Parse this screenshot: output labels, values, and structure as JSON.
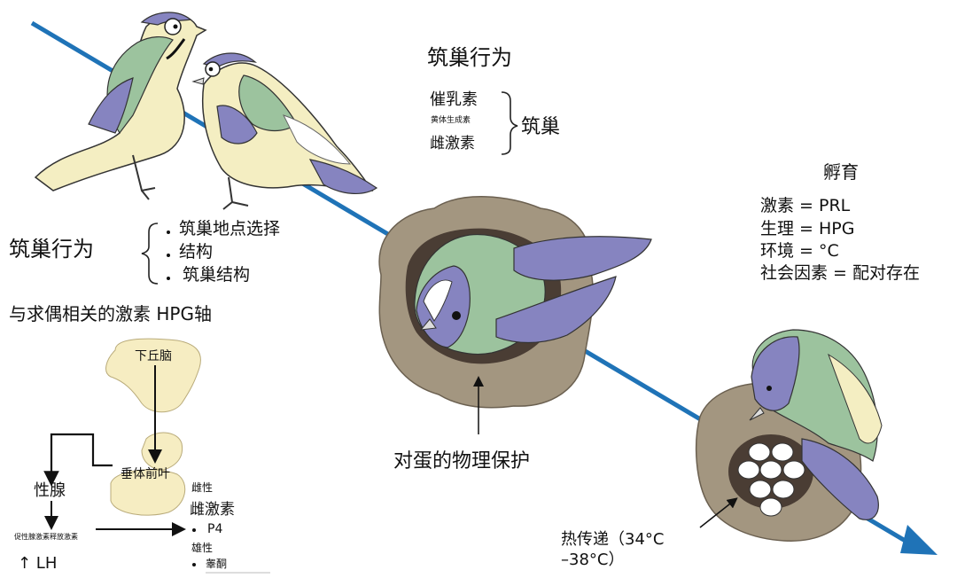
{
  "top_section": {
    "title": "筑巢行为",
    "hormone_prl": "催乳素",
    "hormone_lh": "黄体生成素",
    "hormone_e2": "雌激素",
    "result": "筑巢"
  },
  "left_section": {
    "title": "筑巢行为",
    "bullets": [
      "筑巢地点选择",
      "结构",
      "筑巢结构"
    ]
  },
  "hpg_axis": {
    "title": "与求偶相关的激素 HPG轴",
    "hypothalamus": "下丘脑",
    "pituitary": "垂体前叶",
    "gonad": "性腺",
    "female": "雌性",
    "estrogen": "雌激素",
    "p4": "P4",
    "male": "雄性",
    "testosterone": "睾酮",
    "gnrh": "促性腺激素释放激素",
    "lh": "↑ LH"
  },
  "nest_caption": "对蛋的物理保护",
  "incubation": {
    "title": "孵育",
    "items": [
      "激素 = PRL",
      "生理 = HPG",
      "环境 = °C",
      "社会因素 = 配对存在"
    ]
  },
  "heat_caption": "热传递（34°C –38°C）",
  "colors": {
    "arrow": "#1f73b7",
    "bird_blue": "#8684c0",
    "bird_green": "#9cc39e",
    "bird_cream": "#f4eec2",
    "nest": "#a39680"
  }
}
